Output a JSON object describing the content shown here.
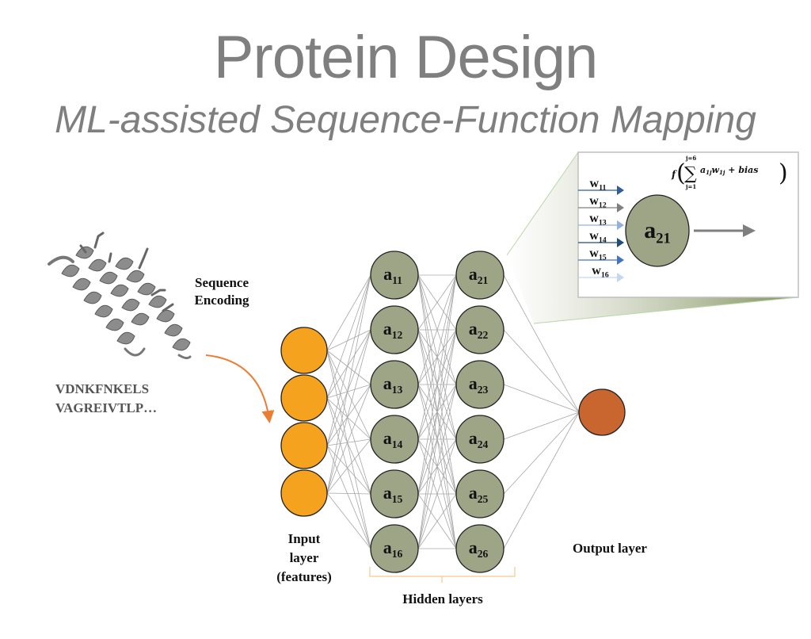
{
  "header": {
    "title": "Protein Design",
    "subtitle": "ML-assisted Sequence-Function Mapping"
  },
  "protein": {
    "image": "protein-helix-bundle-ribbon",
    "sequence_lines": [
      "VDNKFNKELS",
      "VAGREIVTLP…"
    ],
    "encoding_label_lines": [
      "Sequence",
      "Encoding"
    ]
  },
  "network": {
    "input_layer": {
      "label_lines": [
        "Input",
        "layer",
        "(features)"
      ],
      "node_count": 4,
      "color": "#f5a31f"
    },
    "hidden_layers": {
      "label": "Hidden layers",
      "color": "#9ea587",
      "layers": [
        {
          "nodes": [
            {
              "base": "a",
              "sub": "11"
            },
            {
              "base": "a",
              "sub": "12"
            },
            {
              "base": "a",
              "sub": "13"
            },
            {
              "base": "a",
              "sub": "14"
            },
            {
              "base": "a",
              "sub": "15"
            },
            {
              "base": "a",
              "sub": "16"
            }
          ]
        },
        {
          "nodes": [
            {
              "base": "a",
              "sub": "21"
            },
            {
              "base": "a",
              "sub": "22"
            },
            {
              "base": "a",
              "sub": "23"
            },
            {
              "base": "a",
              "sub": "24"
            },
            {
              "base": "a",
              "sub": "25"
            },
            {
              "base": "a",
              "sub": "26"
            }
          ]
        }
      ]
    },
    "output_layer": {
      "label": "Output layer",
      "node_count": 1,
      "color": "#c96630"
    }
  },
  "zoom_inset": {
    "node": {
      "base": "a",
      "sub": "21"
    },
    "weights": [
      {
        "base": "w",
        "sub": "11",
        "color": "#2f5d9a"
      },
      {
        "base": "w",
        "sub": "12",
        "color": "#7f7f7f"
      },
      {
        "base": "w",
        "sub": "13",
        "color": "#8fb1e3"
      },
      {
        "base": "w",
        "sub": "14",
        "color": "#1f4e79"
      },
      {
        "base": "w",
        "sub": "15",
        "color": "#4472c4"
      },
      {
        "base": "w",
        "sub": "16",
        "color": "#c5d6f0"
      }
    ],
    "formula": {
      "f": "f",
      "sum_upper": "j=6",
      "sum_lower": "j=1",
      "term": "a",
      "term_sub": "1j",
      "weight": "w",
      "weight_sub": "1j",
      "tail": "+ bias"
    }
  }
}
